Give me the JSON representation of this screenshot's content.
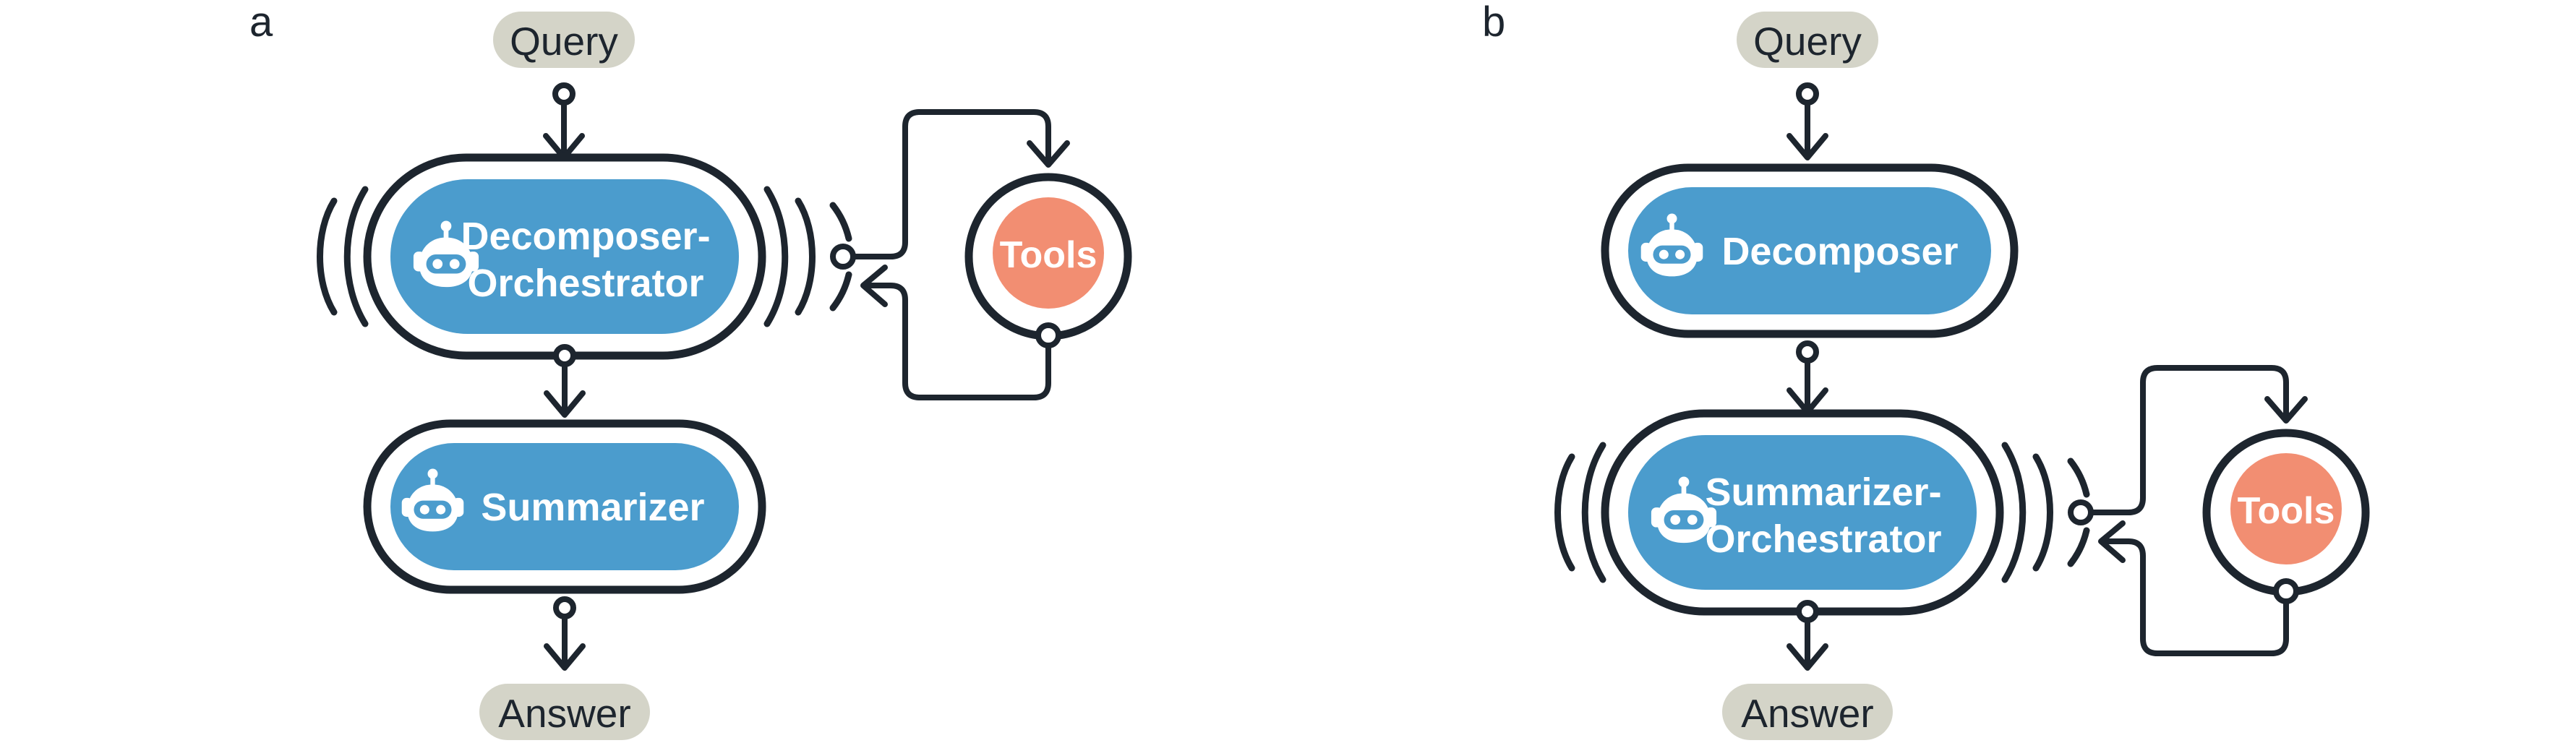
{
  "figure": {
    "background_color": "#ffffff",
    "palette": {
      "dark": "#1d252e",
      "agent_blue": "#4b9ccd",
      "tools_salmon": "#f28e72",
      "io_pill_gray": "#d4d4c8",
      "white": "#ffffff"
    }
  },
  "panels": [
    {
      "letter": "a",
      "input_pill": {
        "label": "Query"
      },
      "output_pill": {
        "label": "Answer"
      },
      "nodes": [
        {
          "id": "decomposer-orchestrator",
          "label_line1": "Decomposer-",
          "label_line2": "Orchestrator",
          "icon": "robot-icon",
          "has_orchestrator_arcs": true,
          "has_tool_port": true
        },
        {
          "id": "summarizer",
          "label_line1": "Summarizer",
          "label_line2": "",
          "icon": "robot-icon",
          "has_orchestrator_arcs": false,
          "has_tool_port": false
        }
      ],
      "tools": {
        "label": "Tools"
      },
      "edges": [
        {
          "from": "Query",
          "to": "Decomposer-Orchestrator"
        },
        {
          "from": "Decomposer-Orchestrator",
          "to": "Tools"
        },
        {
          "from": "Tools",
          "to": "Decomposer-Orchestrator"
        },
        {
          "from": "Decomposer-Orchestrator",
          "to": "Summarizer"
        },
        {
          "from": "Summarizer",
          "to": "Answer"
        }
      ]
    },
    {
      "letter": "b",
      "input_pill": {
        "label": "Query"
      },
      "output_pill": {
        "label": "Answer"
      },
      "nodes": [
        {
          "id": "decomposer",
          "label_line1": "Decomposer",
          "label_line2": "",
          "icon": "robot-icon",
          "has_orchestrator_arcs": false,
          "has_tool_port": false
        },
        {
          "id": "summarizer-orchestrator",
          "label_line1": "Summarizer-",
          "label_line2": "Orchestrator",
          "icon": "robot-icon",
          "has_orchestrator_arcs": true,
          "has_tool_port": true
        }
      ],
      "tools": {
        "label": "Tools"
      },
      "edges": [
        {
          "from": "Query",
          "to": "Decomposer"
        },
        {
          "from": "Decomposer",
          "to": "Summarizer-Orchestrator"
        },
        {
          "from": "Summarizer-Orchestrator",
          "to": "Tools"
        },
        {
          "from": "Tools",
          "to": "Summarizer-Orchestrator"
        },
        {
          "from": "Summarizer-Orchestrator",
          "to": "Answer"
        }
      ]
    }
  ]
}
